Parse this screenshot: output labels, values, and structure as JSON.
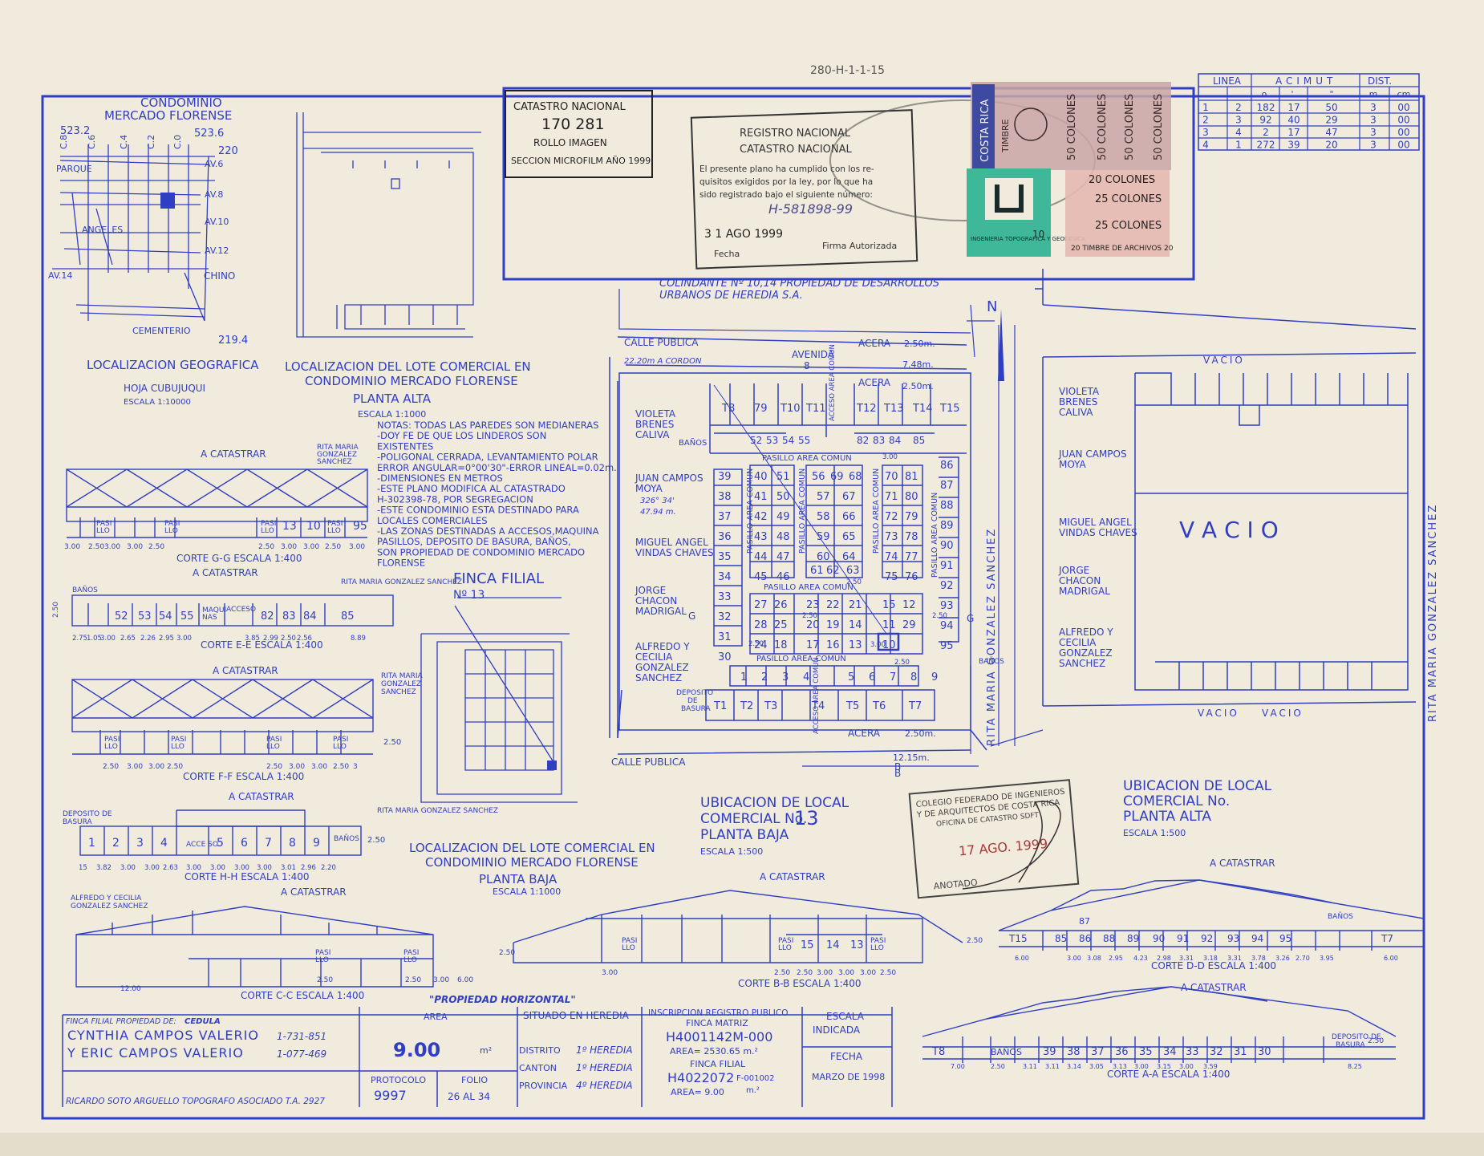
{
  "sheet_code": "280-H-1-1-15",
  "location_map": {
    "title": [
      "CONDOMINIO",
      "MERCADO FLORENSE"
    ],
    "street_labels": [
      "C.8",
      "C.6",
      "C.4",
      "C.2",
      "C.0",
      "AV.6",
      "AV.8",
      "AV.10",
      "AV.12",
      "AV.14"
    ],
    "place_labels": [
      "PARQUE",
      "ANGELES",
      "CHINO",
      "CEMENTERIO"
    ],
    "coords": [
      "523.2",
      "523.6",
      "220",
      "219.4"
    ],
    "caption": "LOCALIZACION GEOGRAFICA",
    "sheet": "HOJA CUBUJUQUI",
    "scale": "ESCALA 1:10000"
  },
  "upper_location": {
    "title": [
      "LOCALIZACION DEL LOTE COMERCIAL EN",
      "CONDOMINIO MERCADO FLORENSE"
    ],
    "subtitle": "PLANTA ALTA",
    "scale": "ESCALA 1:1000"
  },
  "lower_location": {
    "title": [
      "LOCALIZACION DEL LOTE COMERCIAL EN",
      "CONDOMINIO MERCADO FLORENSE"
    ],
    "subtitle": "PLANTA BAJA",
    "scale": "ESCALA 1:1000"
  },
  "catastro_stamp": {
    "lines": [
      "CATASTRO NACIONAL",
      "170 281",
      "ROLLO    IMAGEN",
      "SECCION MICROFILM AÑO 1999"
    ]
  },
  "registro_stamp": {
    "lines": [
      "REGISTRO NACIONAL",
      "CATASTRO NACIONAL",
      "El presente plano ha cumplido con los re-",
      "quisitos exigidos por la ley, por lo que ha",
      "sido registrado bajo el siguiente número:"
    ],
    "number": "H-581898-99",
    "date": "3 1 AGO 1999",
    "fecha_label": "Fecha",
    "firma_label": "Firma Autorizada"
  },
  "stamps": {
    "costa_rica": "COSTA RICA",
    "timbre": "TIMBRE",
    "fifty": [
      "50 COLONES",
      "50 COLONES",
      "50 COLONES",
      "50 COLONES"
    ],
    "twenty": "20 COLONES",
    "twentyfive": [
      "25 COLONES",
      "25 COLONES"
    ],
    "archivos": "20 TIMBRE DE ARCHIVOS 20",
    "colegio_small": "INGENIERIA TOPOGRAFICA Y GEODESICA",
    "ten": "10"
  },
  "acimut_table": {
    "headers": [
      "LINEA",
      "ACIMUT",
      "DIST."
    ],
    "subheaders": [
      "o",
      "'",
      "\"",
      "m",
      "cm"
    ],
    "rows": [
      [
        "1",
        "2",
        "182",
        "17",
        "50",
        "3",
        "00"
      ],
      [
        "2",
        "3",
        "92",
        "40",
        "29",
        "3",
        "00"
      ],
      [
        "3",
        "4",
        "2",
        "17",
        "47",
        "3",
        "00"
      ],
      [
        "4",
        "1",
        "272",
        "39",
        "20",
        "3",
        "00"
      ]
    ]
  },
  "colindante": [
    "COLINDANTE Nº 10,14   PROPIEDAD DE DESARROLLOS",
    "URBANOS DE HEREDIA S.A."
  ],
  "notes": {
    "lines": [
      "NOTAS: TODAS LAS PAREDES SON MEDIANERAS",
      "-DOY FE DE QUE LOS LINDEROS SON",
      "  EXISTENTES",
      "-POLIGONAL CERRADA, LEVANTAMIENTO POLAR",
      "  ERROR ANGULAR=0°00'30\"-ERROR LINEAL=0.02m.",
      "-DIMENSIONES EN METROS",
      "-ESTE PLANO MODIFICA AL CATASTRADO",
      "  H-302398-78, POR SEGREGACION",
      "-ESTE CONDOMINIO ESTA DESTINADO PARA",
      "  LOCALES COMERCIALES",
      "-LAS ZONAS DESTINADAS A ACCESOS,MAQUINA",
      "  PASILLOS, DEPOSITO DE BASURA, BAÑOS,",
      "  SON PROPIEDAD DE CONDOMINIO MERCADO",
      "  FLORENSE"
    ]
  },
  "finca_filial_label": [
    "FINCA FILIAL",
    "Nº 13"
  ],
  "sections": {
    "a_catastrar": "A CATASTRAR",
    "rita": [
      "RITA MARIA",
      "GONZALEZ",
      "SANCHEZ"
    ],
    "rita_one": "RITA MARIA GONZALEZ SANCHEZ",
    "pasillo": [
      "PASI",
      "LLO"
    ],
    "banos": "BAÑOS",
    "maquinas": [
      "MAQUI",
      "NAS"
    ],
    "acceso": "ACCESO",
    "deposito": [
      "DEPOSITO DE",
      "BASURA"
    ],
    "alfredo": [
      "ALFREDO Y CECILIA",
      "GONZALEZ SANCHEZ"
    ],
    "gg": {
      "title": "CORTE   G-G ESCALA 1:400",
      "units": [
        "13",
        "10",
        "95"
      ],
      "dims": [
        "3.00",
        "2.50",
        "3.00",
        "3.00",
        "2.50",
        "2.50",
        "3.00",
        "3.00",
        "2.50",
        "3.00"
      ]
    },
    "ee": {
      "title": "CORTE E-E ESCALA 1:400",
      "units": [
        "52",
        "53",
        "54",
        "55",
        "82",
        "83",
        "84",
        "85"
      ],
      "dims": [
        "2.75",
        "1.05",
        "3.00",
        "2.65",
        "2.26",
        "2.95",
        "3.00",
        "3.85",
        "2.99",
        "2.50",
        "2.56",
        "8.89"
      ],
      "height": "2.50"
    },
    "ff": {
      "title": "CORTE   F-F ESCALA 1:400",
      "dims": [
        "2.50",
        "3.00",
        "3.00",
        "2.50",
        "2.50",
        "3.00",
        "3.00",
        "2.50",
        "3"
      ],
      "height": "2.50"
    },
    "hh": {
      "title": "CORTE   H-H ESCALA 1:400",
      "units": [
        "1",
        "2",
        "3",
        "4",
        "ACCE SO",
        "5",
        "6",
        "7",
        "8",
        "9"
      ],
      "dims": [
        "15",
        "3.82",
        "3.00",
        "3.00",
        "2.63",
        "3.00",
        "3.00",
        "3.00",
        "3.00",
        "3.01",
        "2.96",
        "2.20"
      ],
      "height": "2.50"
    },
    "cc": {
      "title": "CORTE   C-C ESCALA 1:400",
      "dims": [
        "12.00",
        "2.50",
        "2.50",
        "3.00",
        "6.00"
      ],
      "height": "2.50"
    },
    "bb": {
      "title": "CORTE   B-B ESCALA 1:400",
      "units": [
        "15",
        "14",
        "13"
      ],
      "dims": [
        "3.00",
        "2.50",
        "2.50",
        "3.00",
        "3.00",
        "3.00",
        "2.50"
      ],
      "height": "2.50"
    },
    "dd": {
      "title": "CORTE   D-D ESCALA 1:400",
      "units": [
        "T15",
        "85",
        "86",
        "88",
        "89",
        "90",
        "91",
        "92",
        "93",
        "94",
        "95",
        "T7"
      ],
      "label87": "87",
      "dims": [
        "6.00",
        "3.00",
        "3.08",
        "2.95",
        "4.23",
        "2.98",
        "3.31",
        "3.18",
        "3.31",
        "3.78",
        "3.26",
        "2.70",
        "3.95",
        "6.00"
      ]
    },
    "aa": {
      "title": "CORTE   A-A ESCALA 1:400",
      "units": [
        "T8",
        "BAÑOS",
        "39",
        "38",
        "37",
        "36",
        "35",
        "34",
        "33",
        "32",
        "31",
        "30"
      ],
      "dims": [
        "7.00",
        "2.50",
        "3.11",
        "3.11",
        "3.14",
        "3.05",
        "3.13",
        "3.00",
        "3.15",
        "3.00",
        "3.59",
        "8.25"
      ],
      "height": "2.50"
    },
    "propiedad_horizontal": "\"PROPIEDAD HORIZONTAL\""
  },
  "plan": {
    "north": "N",
    "calle_publica": "CALLE PUBLICA",
    "cordon": "22.20m A CORDON",
    "avenida": [
      "AVENIDA",
      "8"
    ],
    "acera": "ACERA",
    "dims": [
      "2.50m.",
      "7.48m.",
      "2.50m.",
      "2.50m.",
      "12.15m."
    ],
    "pasillo_area_comun": "PASILLO   AREA COMUN",
    "pasillo_vertical": "PASILLO AREA COMUN",
    "acceso_area_comun": "ACCESO AREA COMUN",
    "banos": "BAÑOS",
    "deposito": [
      "DEPOSITO",
      "DE",
      "BASURA"
    ],
    "vacio": "VACIO",
    "vacio_big": "V A C I O",
    "street_right": "RITA MARIA GONZALEZ SANCHEZ",
    "neighbors_left": [
      [
        "VIOLETA",
        "BRENES",
        "CALIVA"
      ],
      [
        "JUAN CAMPOS",
        "MOYA"
      ],
      [
        "MIGUEL ANGEL",
        "VINDAS CHAVES"
      ],
      [
        "JORGE",
        "CHACON",
        "MADRIGAL"
      ],
      [
        "ALFREDO Y",
        "CECILIA",
        "GONZALEZ",
        "SANCHEZ"
      ]
    ],
    "bearing": [
      "326° 34'",
      "47.94 m."
    ],
    "section_marks": [
      "G",
      "G",
      "B",
      "B"
    ],
    "top_units": [
      "T8",
      "79",
      "T10",
      "T11",
      "T12",
      "T13",
      "T14",
      "T15"
    ],
    "row_52": [
      "52",
      "53",
      "54",
      "55"
    ],
    "row_82": [
      "82",
      "83",
      "84",
      "85"
    ],
    "left_col": [
      "39",
      "38",
      "37",
      "36",
      "35",
      "34",
      "33",
      "32",
      "31",
      "30"
    ],
    "right_col": [
      "86",
      "87",
      "88",
      "89",
      "90",
      "91",
      "92",
      "93",
      "94",
      "95"
    ],
    "block_a": [
      "40",
      "51",
      "41",
      "50",
      "42",
      "49",
      "43",
      "48",
      "44",
      "47",
      "45",
      "46"
    ],
    "block_b": [
      "56",
      "69",
      "68",
      "57",
      "67",
      "58",
      "66",
      "59",
      "65",
      "60",
      "64",
      "61",
      "62",
      "63"
    ],
    "block_c": [
      "70",
      "81",
      "71",
      "80",
      "72",
      "79",
      "73",
      "78",
      "74",
      "77",
      "75",
      "76"
    ],
    "block_d": [
      "27",
      "26",
      "23",
      "22",
      "21",
      "15",
      "12",
      "28",
      "25",
      "20",
      "19",
      "14",
      "11",
      "29",
      "24",
      "18",
      "17",
      "16",
      "13",
      "10"
    ],
    "bottom_row": [
      "1",
      "2",
      "3",
      "4",
      "5",
      "6",
      "7",
      "8",
      "9"
    ],
    "t_row": [
      "T1",
      "T2",
      "T3",
      "T4",
      "T5",
      "T6",
      "T7"
    ],
    "small_dims": [
      "2.50",
      "2.50",
      "2.50",
      "2.50",
      "3.00",
      "2.50",
      "3.00"
    ]
  },
  "ubicacion_baja": [
    "UBICACION DE LOCAL",
    "COMERCIAL No.",
    "13",
    "PLANTA BAJA",
    "ESCALA 1:500"
  ],
  "ubicacion_alta": [
    "UBICACION DE LOCAL",
    "COMERCIAL No.",
    "PLANTA ALTA",
    "ESCALA 1:500"
  ],
  "colegio_stamp": {
    "lines": [
      "COLEGIO FEDERADO DE INGENIEROS",
      "Y DE ARQUITECTOS DE COSTA RICA",
      "OFICINA DE CATASTRO SDFT"
    ],
    "date": "17 AGO. 1999",
    "anotado": "ANOTADO"
  },
  "title_block": {
    "owner_label": "FINCA FILIAL PROPIEDAD DE:",
    "cedula_label": "CEDULA",
    "owners": [
      "CYNTHIA CAMPOS VALERIO",
      "Y ERIC CAMPOS VALERIO"
    ],
    "cedulas": [
      "1-731-851",
      "1-077-469"
    ],
    "surveyor": "RICARDO SOTO ARGUELLO TOPOGRAFO ASOCIADO T.A. 2927",
    "area_label": "AREA",
    "area_value": "9.00",
    "area_unit": "m²",
    "protocolo_label": "PROTOCOLO",
    "protocolo_value": "9997",
    "folio_label": "FOLIO",
    "folio_value": "26 AL 34",
    "situado_label": "SITUADO EN HEREDIA",
    "distrito_label": "DISTRITO",
    "distrito_value": "1º HEREDIA",
    "canton_label": "CANTON",
    "canton_value": "1º HEREDIA",
    "provincia_label": "PROVINCIA",
    "provincia_value": "4º HEREDIA",
    "inscripcion_label": "INSCRIPCION REGISTRO PUBLICO",
    "finca_matriz_label": "FINCA MATRIZ",
    "finca_matriz_value": "H4001142M-000",
    "area_matriz": "AREA= 2530.65 m.²",
    "finca_filial_label": "FINCA FILIAL",
    "finca_filial_value": "H4022072",
    "finca_filial_suffix": "F-001002",
    "area_filial": "AREA= 9.00",
    "area_filial_unit": "m.²",
    "escala_label": "ESCALA",
    "escala_value": "INDICADA",
    "fecha_label": "FECHA",
    "fecha_value": "MARZO DE 1998"
  }
}
